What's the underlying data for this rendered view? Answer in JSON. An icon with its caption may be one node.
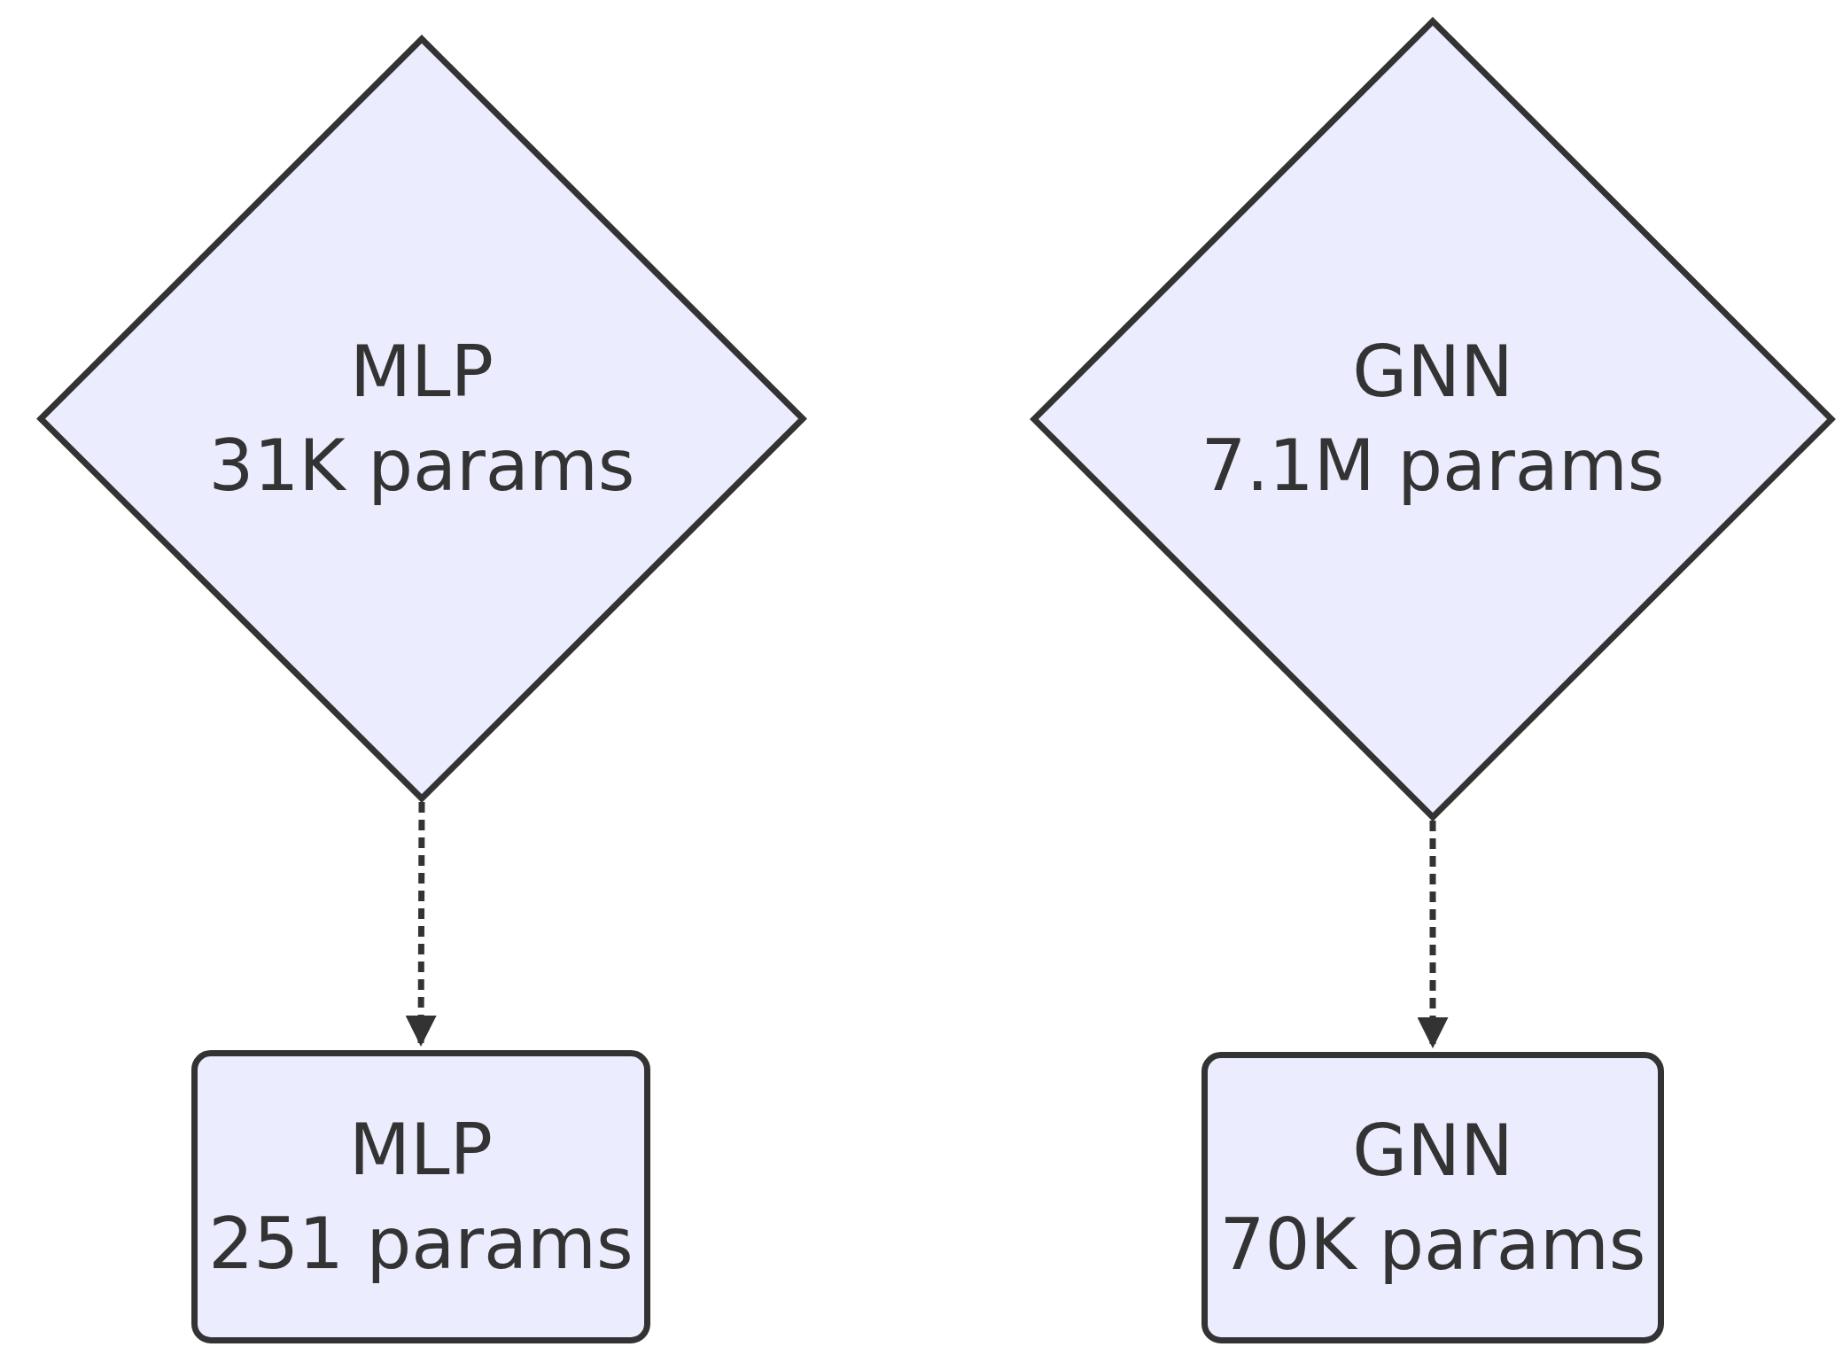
{
  "diagram": {
    "nodes": [
      {
        "text": [
          "MLP",
          "31K params"
        ]
      },
      {
        "text": [
          "GNN",
          "7.1M params"
        ]
      },
      {
        "text": [
          "MLP",
          "251 params"
        ]
      },
      {
        "text": [
          "GNN",
          "70K params"
        ]
      }
    ],
    "edges": [
      {
        "from": 0,
        "to": 2,
        "arrow": "to",
        "style": "dashed"
      },
      {
        "from": 1,
        "to": 3,
        "arrow": "to",
        "style": "dashed"
      }
    ]
  }
}
